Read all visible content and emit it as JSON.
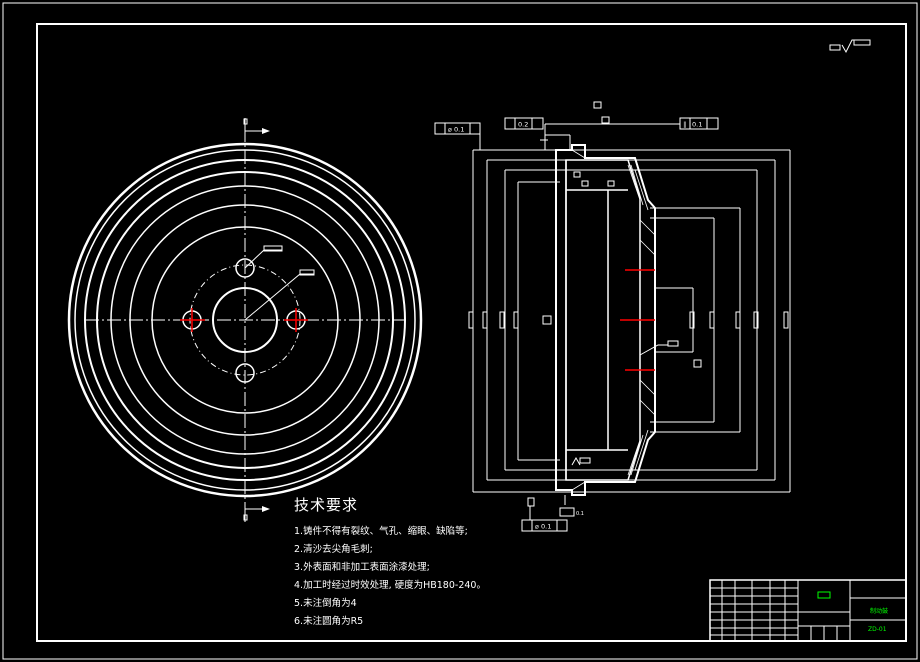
{
  "drawing": {
    "colors": {
      "background": "#000000",
      "lines": "#ffffff",
      "centerline": "#ff0000",
      "titleblock_text": "#00ff00"
    },
    "feature_frames": {
      "circular_runout_1": "0.1",
      "flatness": "0.2",
      "parallelism": "0.1",
      "circular_runout_2": "0.1",
      "circular_runout_3": "0.1"
    },
    "tech_requirements": {
      "title": "技术要求",
      "items": [
        "1.铸件不得有裂纹、气孔、缩眼、缺陷等;",
        "2.清沙去尖角毛刺;",
        "3.外表面和非加工表面涂漆处理;",
        "4.加工时经过时效处理, 硬度为HB180-240。",
        "5.未注倒角为4",
        "6.未注圆角为R5"
      ]
    },
    "title_block": {
      "part_name": "制动鼓",
      "drawing_no": "ZD-01"
    }
  }
}
